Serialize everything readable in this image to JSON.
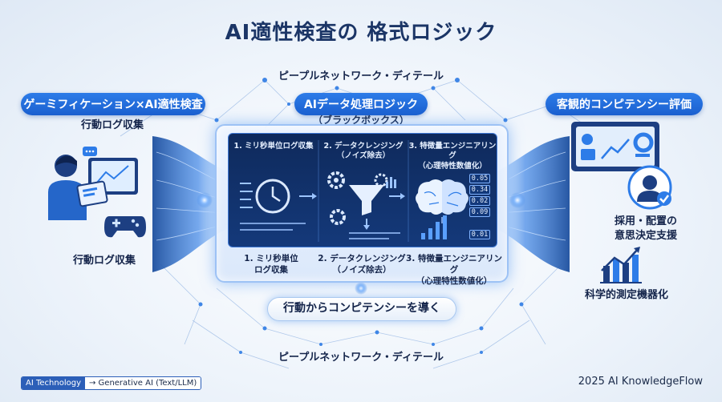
{
  "title": "AI適性検査の 格式ロジック",
  "network_top": "ピープルネットワーク・ディテール",
  "network_bottom": "ピープルネットワーク・ディテール",
  "left": {
    "pill": "ゲーミフィケーション×AI適性検査",
    "label_top": "行動ログ収集",
    "label_bottom": "行動ログ収集"
  },
  "center": {
    "pill": "AIデータ処理ロジック",
    "subtitle": "（ブラックボックス）",
    "screen_steps": [
      {
        "line1": "1. ミリ秒単位ログ収集",
        "line2": ""
      },
      {
        "line1": "2. データクレンジング",
        "line2": "（ノイズ除去）"
      },
      {
        "line1": "3. 特徴量エンジニアリング",
        "line2": "（心理特性数値化）"
      }
    ],
    "values": [
      "0.05",
      "0.34",
      "0.02",
      "0.09",
      "0.01"
    ],
    "bottom_steps": [
      {
        "line1": "1. ミリ秒単位",
        "line2": "ログ収集"
      },
      {
        "line1": "2. データクレンジング",
        "line2": "（ノイズ除去）"
      },
      {
        "line1": "3. 特徴量エンジニアリング",
        "line2": "（心理特性数値化）"
      }
    ],
    "banner": "行動からコンピテンシーを導く"
  },
  "right": {
    "pill": "客観的コンピテンシー評価",
    "label_decision_1": "採用・配置の",
    "label_decision_2": "意思決定支援",
    "label_measure": "科学的測定機器化"
  },
  "footer": {
    "badge_left": "AI Technology",
    "badge_right": "→ Generative AI (Text/LLM)",
    "credit": "2025 AI KnowledgeFlow"
  },
  "colors": {
    "accent": "#1a5fcf",
    "navy": "#1b3566",
    "glow": "#5aa0ff",
    "screen": "#0f2a5c"
  },
  "icons": [
    "person-with-tablet-icon",
    "gamepad-icon",
    "clock-icon",
    "gear-icon",
    "funnel-icon",
    "brain-icon",
    "dashboard-icon",
    "user-check-icon",
    "growth-chart-icon"
  ]
}
